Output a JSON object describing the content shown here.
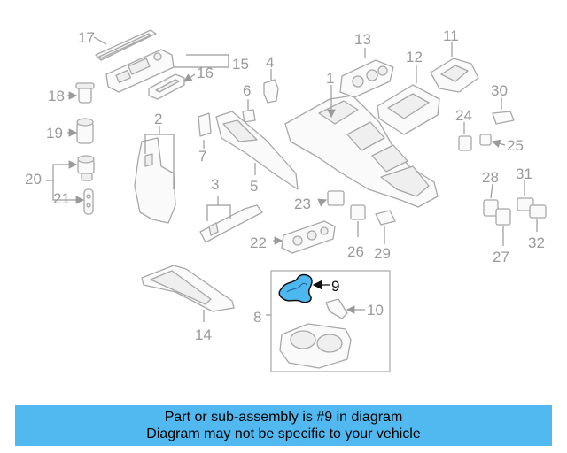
{
  "diagram": {
    "highlighted_part": "9",
    "highlight_color": "#4db8f0",
    "callouts": [
      "1",
      "2",
      "3",
      "4",
      "5",
      "6",
      "7",
      "8",
      "9",
      "10",
      "11",
      "12",
      "13",
      "14",
      "15",
      "16",
      "17",
      "18",
      "19",
      "20",
      "21",
      "22",
      "23",
      "24",
      "25",
      "26",
      "27",
      "28",
      "29",
      "30",
      "31",
      "32"
    ]
  },
  "banner": {
    "line1": "Part or sub-assembly is #9 in diagram",
    "line2": "Diagram may not be specific to your vehicle",
    "color": "#51b9f0"
  }
}
